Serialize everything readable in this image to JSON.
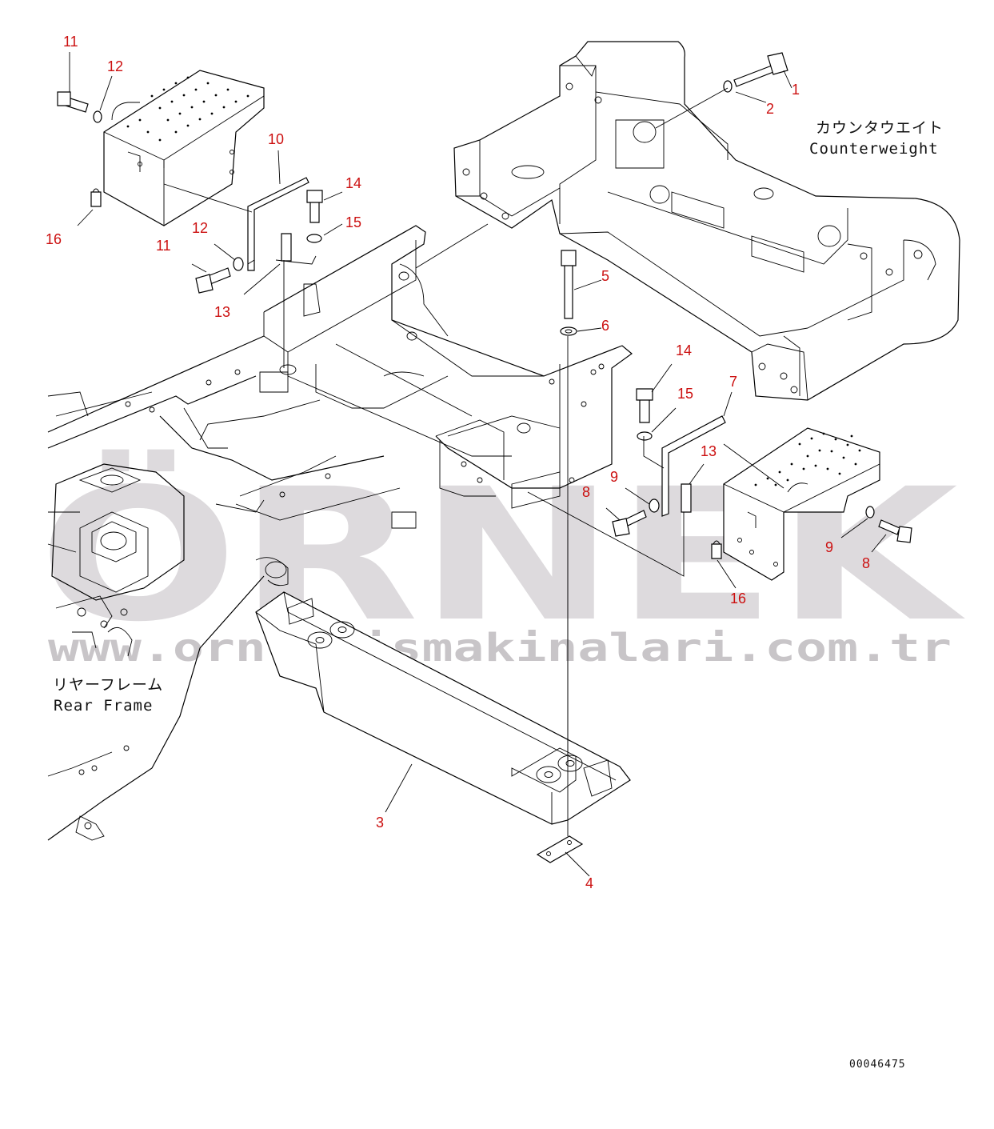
{
  "diagram": {
    "callouts": [
      {
        "id": "c1",
        "text": "1"
      },
      {
        "id": "c2",
        "text": "2"
      },
      {
        "id": "c3",
        "text": "3"
      },
      {
        "id": "c4",
        "text": "4"
      },
      {
        "id": "c5",
        "text": "5"
      },
      {
        "id": "c6",
        "text": "6"
      },
      {
        "id": "c7",
        "text": "7"
      },
      {
        "id": "c8a",
        "text": "8"
      },
      {
        "id": "c8b",
        "text": "8"
      },
      {
        "id": "c9a",
        "text": "9"
      },
      {
        "id": "c9b",
        "text": "9"
      },
      {
        "id": "c10",
        "text": "10"
      },
      {
        "id": "c11a",
        "text": "11"
      },
      {
        "id": "c11b",
        "text": "11"
      },
      {
        "id": "c12a",
        "text": "12"
      },
      {
        "id": "c12b",
        "text": "12"
      },
      {
        "id": "c13a",
        "text": "13"
      },
      {
        "id": "c13b",
        "text": "13"
      },
      {
        "id": "c14a",
        "text": "14"
      },
      {
        "id": "c14b",
        "text": "14"
      },
      {
        "id": "c15a",
        "text": "15"
      },
      {
        "id": "c15b",
        "text": "15"
      },
      {
        "id": "c16a",
        "text": "16"
      },
      {
        "id": "c16b",
        "text": "16"
      }
    ],
    "labels": {
      "counterweight_jp": "カウンタウエイト",
      "counterweight_en": "Counterweight",
      "rear_frame_jp": "リヤーフレーム",
      "rear_frame_en": "Rear Frame",
      "drawing_code": "00046475"
    },
    "watermark": {
      "brand": "ÖRNEK",
      "url": "www.orn ekismakinalari.com.tr"
    },
    "colors": {
      "callout": "#cc1010",
      "line": "#000000",
      "watermark": "#c9c5c9"
    }
  }
}
